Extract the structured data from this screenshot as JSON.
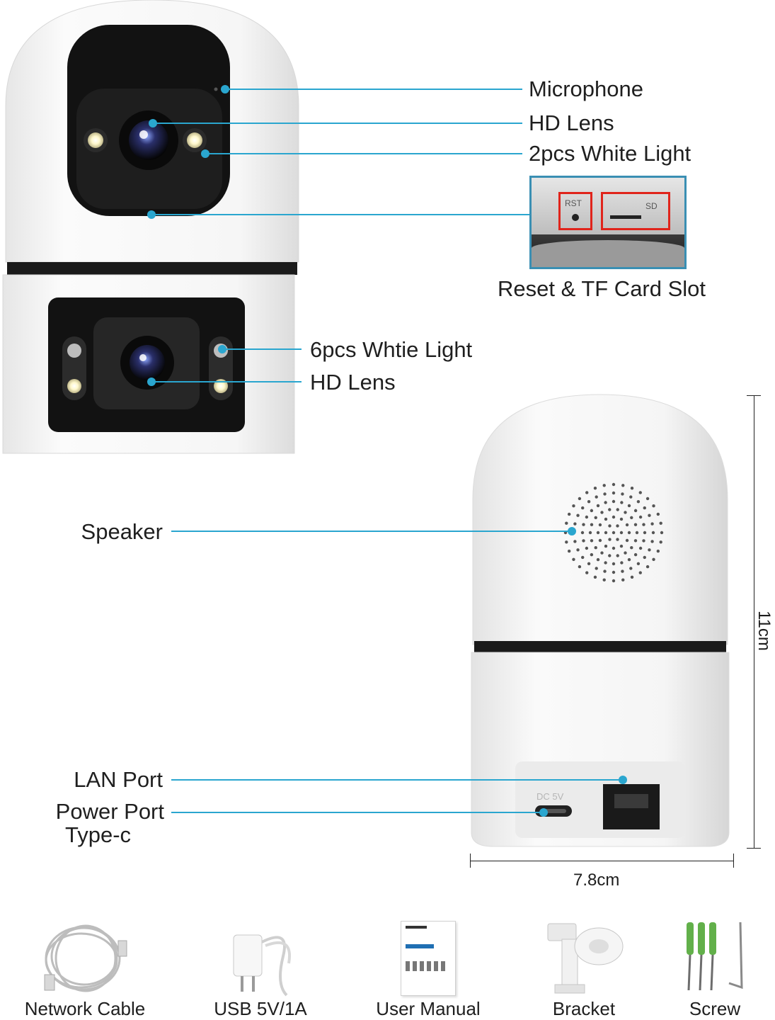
{
  "callouts": {
    "microphone": "Microphone",
    "hd_lens_top": "HD Lens",
    "white_light_2": "2pcs White Light",
    "reset_tf": "Reset & TF Card Slot",
    "white_light_6": "6pcs Whtie Light",
    "hd_lens_bottom": "HD Lens",
    "speaker": "Speaker",
    "lan_port": "LAN Port",
    "power_port_line1": "Power Port",
    "power_port_line2": "Type-c"
  },
  "inset": {
    "rst": "RST",
    "sd": "SD"
  },
  "port_marks": {
    "dc": "DC 5V"
  },
  "dimensions": {
    "height": "11cm",
    "width": "7.8cm"
  },
  "accessories": [
    {
      "label": "Network Cable",
      "icon": "network-cable-icon"
    },
    {
      "label": "USB 5V/1A",
      "icon": "usb-adapter-icon"
    },
    {
      "label": "User Manual",
      "icon": "user-manual-icon"
    },
    {
      "label": "Bracket",
      "icon": "bracket-icon"
    },
    {
      "label": "Screw",
      "icon": "screw-icon"
    }
  ],
  "colors": {
    "callout": "#2aa6cf",
    "highlight_box": "#e0241b",
    "camera_body": "#f4f4f4",
    "camera_face": "#161616"
  }
}
